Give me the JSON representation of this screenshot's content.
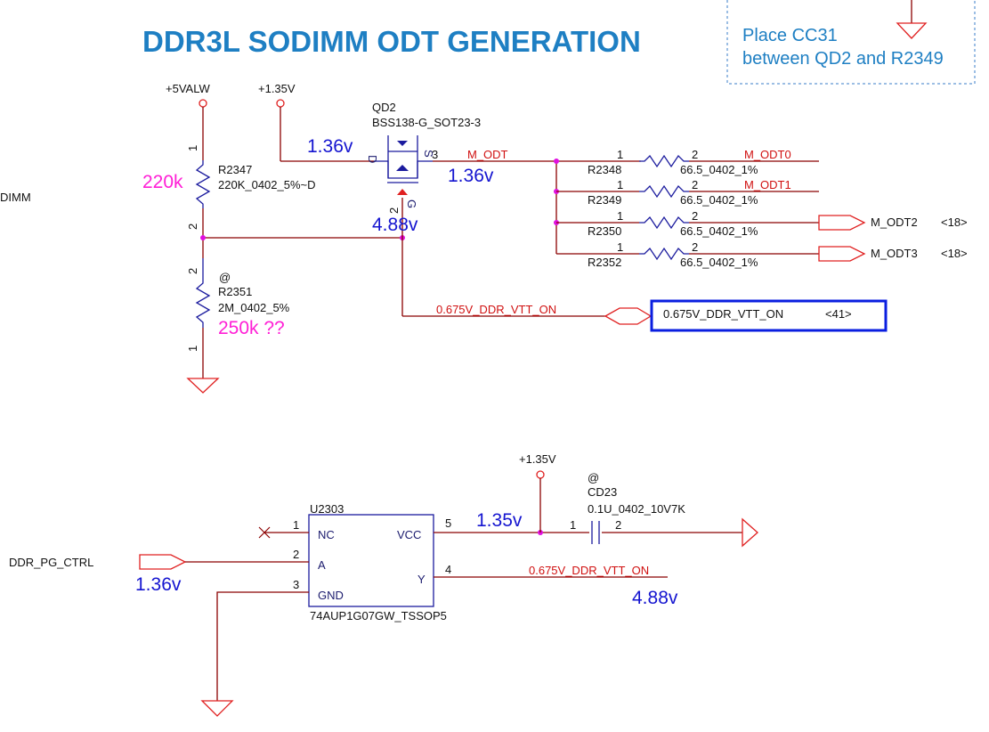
{
  "title": "DDR3L SODIMM ODT GENERATION",
  "note": {
    "line1": "Place CC31",
    "line2": "between QD2 and R2349"
  },
  "edge_text": "DIMM",
  "power": {
    "p5valw": "+5VALW",
    "p135_a": "+1.35V",
    "p135_b": "+1.35V"
  },
  "qd2": {
    "ref": "QD2",
    "part": "BSS138-G_SOT23-3",
    "pin_d": "D",
    "pin_s": "S",
    "pin_g": "G",
    "pin3": "3",
    "pin2": "2"
  },
  "r2347": {
    "ref": "R2347",
    "value": "220K_0402_5%~D",
    "pin1": "1",
    "pin2": "2"
  },
  "r2351": {
    "ref": "R2351",
    "value": "2M_0402_5%",
    "at": "@",
    "pin1": "1",
    "pin2": "2"
  },
  "nets": {
    "m_odt": "M_ODT",
    "m_odt0": "M_ODT0",
    "m_odt1": "M_ODT1",
    "m_odt2": "M_ODT2",
    "m_odt3": "M_ODT3",
    "odt2_ref": "<18>",
    "odt3_ref": "<18>",
    "vtt_on": "0.675V_DDR_VTT_ON",
    "vtt_on_box": "0.675V_DDR_VTT_ON",
    "vtt_ref": "<41>",
    "vtt_on_u": "0.675V_DDR_VTT_ON",
    "pg_ctrl": "DDR_PG_CTRL"
  },
  "resistors": [
    {
      "ref": "R2348",
      "value": "66.5_0402_1%",
      "p1": "1",
      "p2": "2"
    },
    {
      "ref": "R2349",
      "value": "66.5_0402_1%",
      "p1": "1",
      "p2": "2"
    },
    {
      "ref": "R2350",
      "value": "66.5_0402_1%",
      "p1": "1",
      "p2": "2"
    },
    {
      "ref": "R2352",
      "value": "66.5_0402_1%",
      "p1": "1",
      "p2": "2"
    }
  ],
  "u2303": {
    "ref": "U2303",
    "part": "74AUP1G07GW_TSSOP5",
    "nc": "NC",
    "a": "A",
    "gnd": "GND",
    "vcc": "VCC",
    "y": "Y",
    "p1": "1",
    "p2": "2",
    "p3": "3",
    "p4": "4",
    "p5": "5"
  },
  "cd23": {
    "at": "@",
    "ref": "CD23",
    "value": "0.1U_0402_10V7K",
    "p1": "1",
    "p2": "2"
  },
  "measurements": {
    "gate_top": "1.36v",
    "drain_mid": "1.36v",
    "gate_node": "4.88v",
    "r2347_meas": "220k",
    "r2351_meas": "250k ??",
    "vcc_meas": "1.35v",
    "pg_meas": "1.36v",
    "y_meas": "4.88v"
  },
  "colors": {
    "title": "#1e7fc3",
    "wire": "#8b0000",
    "net": "#d01010",
    "part": "#1b1b9e",
    "measure": "#1515d0",
    "magenta": "#ff1fd6",
    "junction": "#e010e0",
    "box": "#0a1ee0"
  }
}
